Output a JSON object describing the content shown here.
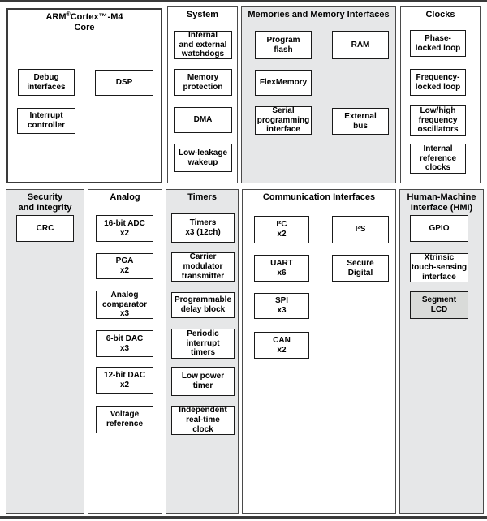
{
  "colors": {
    "background": "#ffffff",
    "panel_gray": "#e6e7e8",
    "box_white": "#ffffff",
    "segment_lcd_fill": "#d9dbd9",
    "panel_border": "#4a4a4a",
    "box_border": "#1a1a1a",
    "text": "#000000"
  },
  "diagram": {
    "arm_core": {
      "title_pre": "ARM",
      "title_reg": "®",
      "title_post": "Cortex™-M4",
      "title_line2": "Core",
      "boxes": {
        "debug": {
          "lines": [
            "Debug",
            "interfaces"
          ]
        },
        "dsp": {
          "lines": [
            "DSP"
          ]
        },
        "interrupt": {
          "lines": [
            "Interrupt",
            "controller"
          ]
        }
      }
    },
    "system": {
      "title": "System",
      "boxes": {
        "watchdogs": {
          "lines": [
            "Internal",
            "and external",
            "watchdogs"
          ]
        },
        "memory_protection": {
          "lines": [
            "Memory",
            "protection"
          ]
        },
        "dma": {
          "lines": [
            "DMA"
          ]
        },
        "low_leakage_wakeup": {
          "lines": [
            "Low-leakage",
            "wakeup"
          ]
        }
      }
    },
    "memories": {
      "title": "Memories and Memory Interfaces",
      "boxes": {
        "program_flash": {
          "lines": [
            "Program",
            "flash"
          ]
        },
        "ram": {
          "lines": [
            "RAM"
          ]
        },
        "flexmemory": {
          "lines": [
            "FlexMemory"
          ]
        },
        "serial_programming": {
          "lines": [
            "Serial",
            "programming",
            "interface"
          ]
        },
        "external_bus": {
          "lines": [
            "External",
            "bus"
          ]
        }
      }
    },
    "clocks": {
      "title": "Clocks",
      "boxes": {
        "pll": {
          "lines": [
            "Phase-",
            "locked loop"
          ]
        },
        "fll": {
          "lines": [
            "Frequency-",
            "locked loop"
          ]
        },
        "oscillators": {
          "lines": [
            "Low/high",
            "frequency",
            "oscillators"
          ]
        },
        "internal_reference": {
          "lines": [
            "Internal",
            "reference",
            "clocks"
          ]
        }
      }
    },
    "security": {
      "title_lines": [
        "Security",
        "and Integrity"
      ],
      "boxes": {
        "crc": {
          "lines": [
            "CRC"
          ]
        }
      }
    },
    "analog": {
      "title": "Analog",
      "boxes": {
        "adc": {
          "lines": [
            "16-bit ADC",
            "x2"
          ]
        },
        "pga": {
          "lines": [
            "PGA",
            "x2"
          ]
        },
        "comparator": {
          "lines": [
            "Analog",
            "comparator",
            "x3"
          ]
        },
        "dac6": {
          "lines": [
            "6-bit DAC",
            "x3"
          ]
        },
        "dac12": {
          "lines": [
            "12-bit DAC",
            "x2"
          ]
        },
        "voltage_reference": {
          "lines": [
            "Voltage",
            "reference"
          ]
        }
      }
    },
    "timers": {
      "title": "Timers",
      "boxes": {
        "timers_x3": {
          "lines": [
            "Timers",
            "x3 (12ch)"
          ]
        },
        "carrier_modulator": {
          "lines": [
            "Carrier",
            "modulator",
            "transmitter"
          ]
        },
        "programmable_delay": {
          "lines": [
            "Programmable",
            "delay block"
          ]
        },
        "periodic_interrupt": {
          "lines": [
            "Periodic",
            "interrupt",
            "timers"
          ]
        },
        "low_power_timer": {
          "lines": [
            "Low power",
            "timer"
          ]
        },
        "rtc": {
          "lines": [
            "Independent",
            "real-time",
            "clock"
          ]
        }
      }
    },
    "communication": {
      "title": "Communication Interfaces",
      "boxes": {
        "i2c": {
          "lines": [
            "I²C",
            "x2"
          ]
        },
        "i2s": {
          "lines": [
            "I²S"
          ]
        },
        "uart": {
          "lines": [
            "UART",
            "x6"
          ]
        },
        "secure_digital": {
          "lines": [
            "Secure",
            "Digital"
          ]
        },
        "spi": {
          "lines": [
            "SPI",
            "x3"
          ]
        },
        "can": {
          "lines": [
            "CAN",
            "x2"
          ]
        }
      }
    },
    "hmi": {
      "title_lines": [
        "Human-Machine",
        "Interface (HMI)"
      ],
      "boxes": {
        "gpio": {
          "lines": [
            "GPIO"
          ]
        },
        "xtrinsic": {
          "lines": [
            "Xtrinsic",
            "touch-sensing",
            "interface"
          ]
        },
        "segment_lcd": {
          "lines": [
            "Segment",
            "LCD"
          ]
        }
      }
    }
  }
}
